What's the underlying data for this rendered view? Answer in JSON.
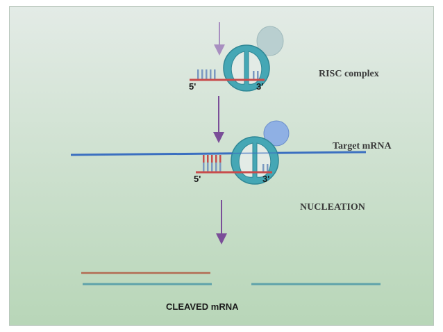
{
  "labels": {
    "risc_complex": "RISC complex",
    "target_mrna": "Target mRNA",
    "nucleation": "NUCLEATION",
    "cleaved_mrna": "CLEAVED mRNA",
    "five_prime": "5'",
    "three_prime": "3'"
  },
  "colors": {
    "background_top": "#e3ebe6",
    "background_bottom": "#b8d6b8",
    "risc_teal": "#45a7b5",
    "risc_teal_dark": "#2f8795",
    "guide_rna_red": "#c84c4c",
    "target_blue": "#3b6fc0",
    "base_blue": "#7a98c0",
    "blue_protein": "#8fb0e4",
    "gray_protein": "#b9cfd0",
    "arrow_purple": "#7a4e98",
    "arrow_light": "#a88fc0",
    "cleaved_brown": "#b26b52",
    "cleaved_teal": "#5fa2aa"
  }
}
